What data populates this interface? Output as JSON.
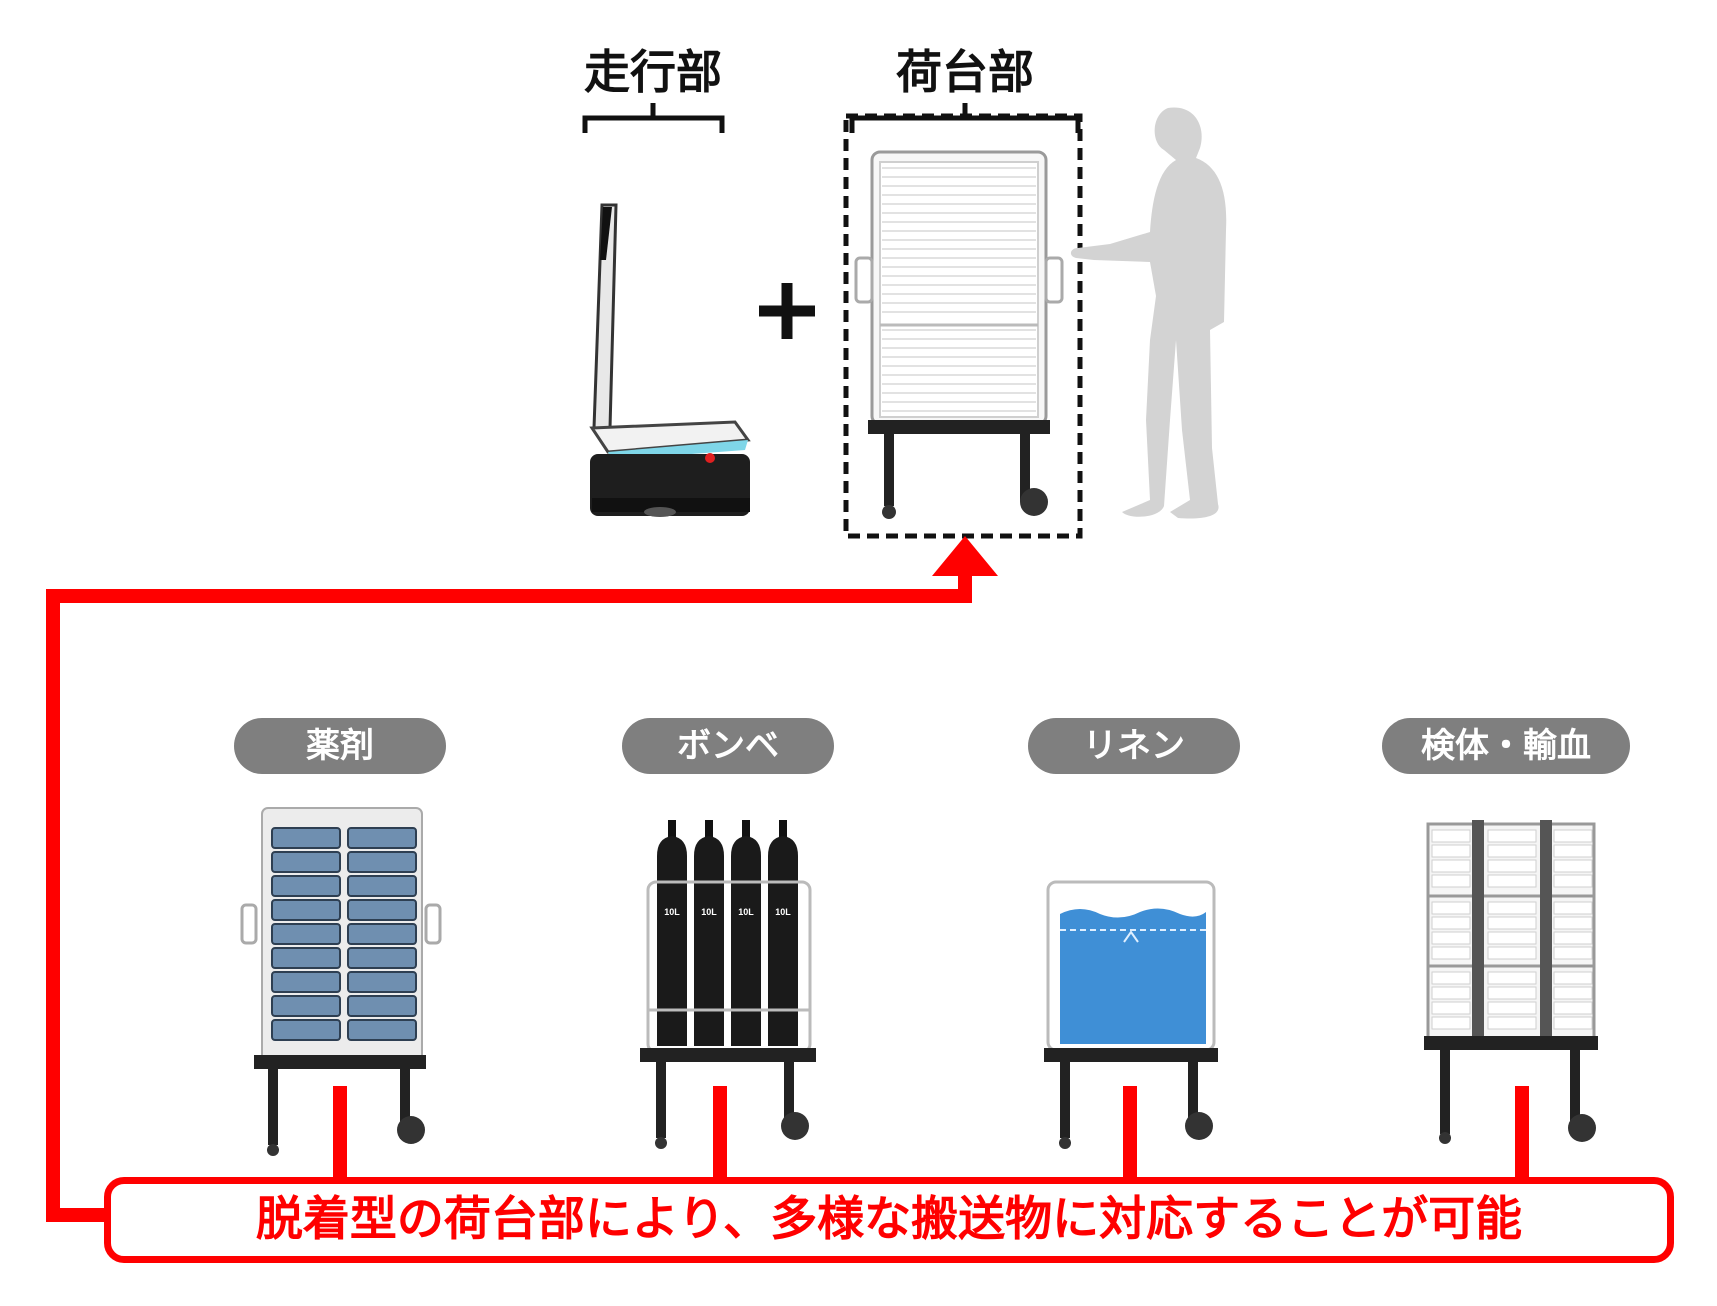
{
  "labels": {
    "drive_unit": "走行部",
    "cargo_unit": "荷台部",
    "plus": "+"
  },
  "cargo_types": [
    {
      "label": "薬剤"
    },
    {
      "label": "ボンベ"
    },
    {
      "label": "リネン"
    },
    {
      "label": "検体・輸血"
    }
  ],
  "cylinder_labels": [
    "10L",
    "10L",
    "10L",
    "10L"
  ],
  "caption": "脱着型の荷台部により、多様な搬送物に対応することが可能",
  "colors": {
    "accent_red": "#ff0000",
    "pill_gray": "#7f7f7f",
    "person_gray": "#d3d3d3",
    "linen_blue": "#4a90d9",
    "drawer_blue": "#6f8fb0"
  },
  "icons": [
    "robot-base-icon",
    "cart-shutter-icon",
    "person-silhouette-icon",
    "medicine-cart-icon",
    "gas-cylinder-cart-icon",
    "linen-cart-icon",
    "specimen-cart-icon"
  ]
}
